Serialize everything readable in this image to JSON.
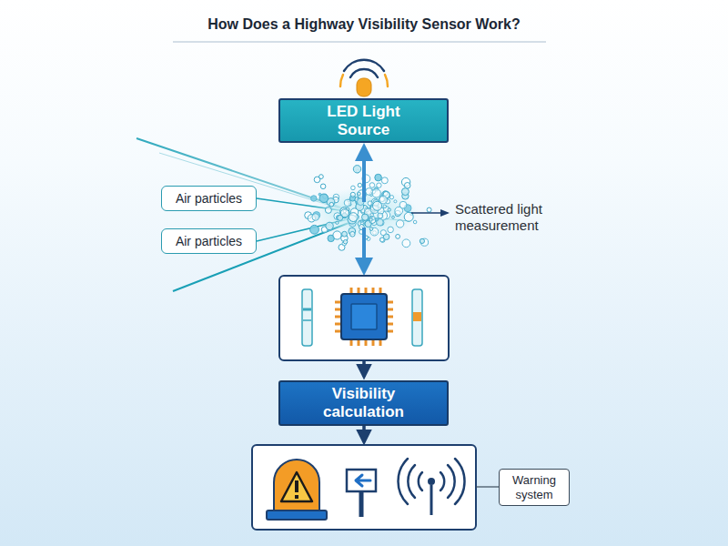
{
  "diagram": {
    "title": "How Does a Highway Visibility Sensor Work?",
    "nodes": [
      {
        "text": [
          "LED Light Source"
        ]
      },
      {
        "text": [
          "Air particles"
        ]
      },
      {
        "text": [
          "Air particles"
        ]
      },
      {
        "text": [
          "Visibility calculation"
        ]
      },
      {
        "text": [
          "Warning system"
        ]
      }
    ],
    "labels": [
      "Scattered light measurement"
    ]
  }
}
